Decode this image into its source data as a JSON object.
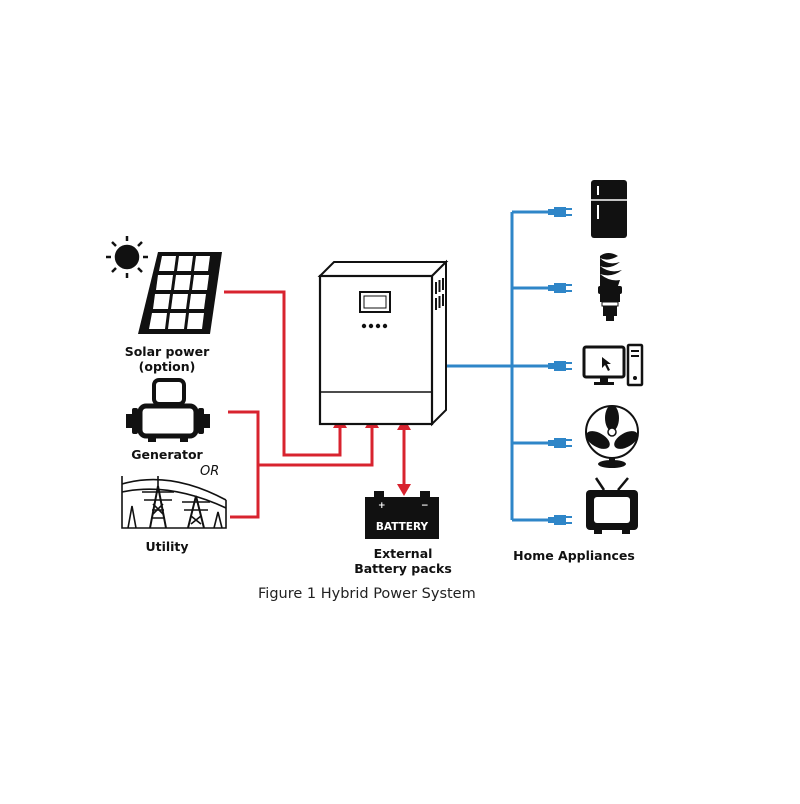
{
  "sources": {
    "solar_label_line1": "Solar power",
    "solar_label_line2": "(option)",
    "generator_label": "Generator",
    "or_label": "OR",
    "utility_label": "Utility"
  },
  "battery": {
    "device_text": "BATTERY",
    "label_line1": "External",
    "label_line2": "Battery packs"
  },
  "appliances": {
    "label": "Home Appliances"
  },
  "caption": "Figure 1 Hybrid Power System",
  "colors": {
    "source_line": "#d8232f",
    "load_line": "#2f86c8",
    "icon": "#111111"
  }
}
